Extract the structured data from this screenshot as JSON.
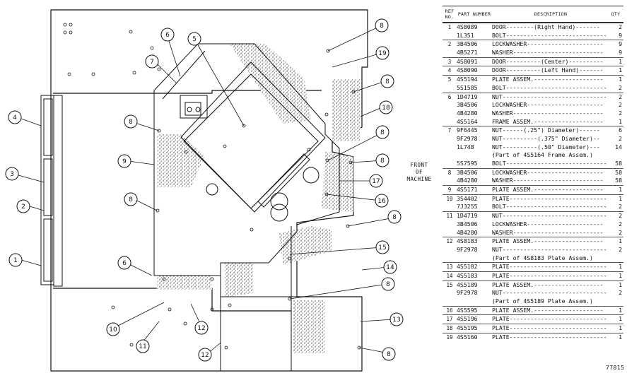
{
  "diagram": {
    "side_label_lines": [
      "FRONT",
      "OF",
      "MACHINE"
    ],
    "callouts": [
      "1",
      "2",
      "3",
      "4",
      "5",
      "6",
      "7",
      "8",
      "9",
      "10",
      "11",
      "12",
      "13",
      "14",
      "15",
      "16",
      "17",
      "18",
      "19"
    ],
    "figure_number": "77815"
  },
  "table": {
    "headers": {
      "ref": "REF NO.",
      "part": "PART NUMBER",
      "desc": "DESCRIPTION",
      "qty": "QTY"
    },
    "rows": [
      {
        "ref": "1",
        "part": "4S8089",
        "desc": "DOOR--------(Right Hand)-------",
        "qty": "2"
      },
      {
        "ref": "",
        "part": "1L351",
        "desc": "BOLT-----------------------------",
        "qty": "9"
      },
      {
        "ref": "2",
        "part": "3B4506",
        "desc": "LOCKWASHER----------------------",
        "qty": "9"
      },
      {
        "ref": "",
        "part": "4B5271",
        "desc": "WASHER--------------------------",
        "qty": "9"
      },
      {
        "ref": "3",
        "part": "4S8091",
        "desc": "DOOR----------(Center)----------",
        "qty": "1"
      },
      {
        "ref": "4",
        "part": "4S8090",
        "desc": "DOOR----------(Left Hand)-------",
        "qty": "1"
      },
      {
        "ref": "5",
        "part": "4S5194",
        "desc": "PLATE ASSEM.--------------------",
        "qty": "1"
      },
      {
        "ref": "",
        "part": "5S1585",
        "desc": "BOLT-----------------------------",
        "qty": "2"
      },
      {
        "ref": "6",
        "part": "1D4719",
        "desc": "NUT------------------------------",
        "qty": "2"
      },
      {
        "ref": "",
        "part": "3B4506",
        "desc": "LOCKWASHER----------------------",
        "qty": "2"
      },
      {
        "ref": "",
        "part": "4B4280",
        "desc": "WASHER--------------------------",
        "qty": "2"
      },
      {
        "ref": "",
        "part": "4S5164",
        "desc": "FRAME ASSEM.--------------------",
        "qty": "1"
      },
      {
        "ref": "7",
        "part": "9F6445",
        "desc": "NUT------(.25\") Diameter)------",
        "qty": "6"
      },
      {
        "ref": "",
        "part": "9F2978",
        "desc": "NUT----------(.375\" Diameter)--",
        "qty": "2"
      },
      {
        "ref": "",
        "part": "1L748",
        "desc": "NUT----------(.50\" Diameter)---",
        "qty": "14"
      },
      {
        "ref": "",
        "part": "",
        "desc": "(Part of 4S5164 Frame Assem.)",
        "qty": ""
      },
      {
        "ref": "",
        "part": "5S7595",
        "desc": "BOLT-----------------------------",
        "qty": "58"
      },
      {
        "ref": "8",
        "part": "3B4506",
        "desc": "LOCKWASHER----------------------",
        "qty": "58"
      },
      {
        "ref": "",
        "part": "4B4280",
        "desc": "WASHER--------------------------",
        "qty": "58"
      },
      {
        "ref": "9",
        "part": "4S5171",
        "desc": "PLATE ASSEM.--------------------",
        "qty": "1"
      },
      {
        "ref": "10",
        "part": "3S4402",
        "desc": "PLATE----------------------------",
        "qty": "1"
      },
      {
        "ref": "",
        "part": "7J3255",
        "desc": "BOLT-----------------------------",
        "qty": "2"
      },
      {
        "ref": "11",
        "part": "1D4719",
        "desc": "NUT------------------------------",
        "qty": "2"
      },
      {
        "ref": "",
        "part": "3B4506",
        "desc": "LOCKWASHER----------------------",
        "qty": "2"
      },
      {
        "ref": "",
        "part": "4B4280",
        "desc": "WASHER--------------------------",
        "qty": "2"
      },
      {
        "ref": "12",
        "part": "4S8183",
        "desc": "PLATE ASSEM.--------------------",
        "qty": "1"
      },
      {
        "ref": "",
        "part": "9F2978",
        "desc": "NUT------------------------------",
        "qty": "2"
      },
      {
        "ref": "",
        "part": "",
        "desc": "(Part of 4S8183 Plate Assem.)",
        "qty": ""
      },
      {
        "ref": "13",
        "part": "4S5182",
        "desc": "PLATE----------------------------",
        "qty": "1"
      },
      {
        "ref": "14",
        "part": "4S5183",
        "desc": "PLATE----------------------------",
        "qty": "1"
      },
      {
        "ref": "15",
        "part": "4S5189",
        "desc": "PLATE ASSEM.--------------------",
        "qty": "1"
      },
      {
        "ref": "",
        "part": "9F2978",
        "desc": "NUT------------------------------",
        "qty": "2"
      },
      {
        "ref": "",
        "part": "",
        "desc": "(Part of 4S5189 Plate Assem.)",
        "qty": ""
      },
      {
        "ref": "16",
        "part": "4S5595",
        "desc": "PLATE ASSEM.--------------------",
        "qty": "1"
      },
      {
        "ref": "17",
        "part": "4S5196",
        "desc": "PLATE----------------------------",
        "qty": "1"
      },
      {
        "ref": "18",
        "part": "4S5195",
        "desc": "PLATE----------------------------",
        "qty": "1"
      },
      {
        "ref": "19",
        "part": "4S5160",
        "desc": "PLATE----------------------------",
        "qty": "1"
      }
    ]
  }
}
